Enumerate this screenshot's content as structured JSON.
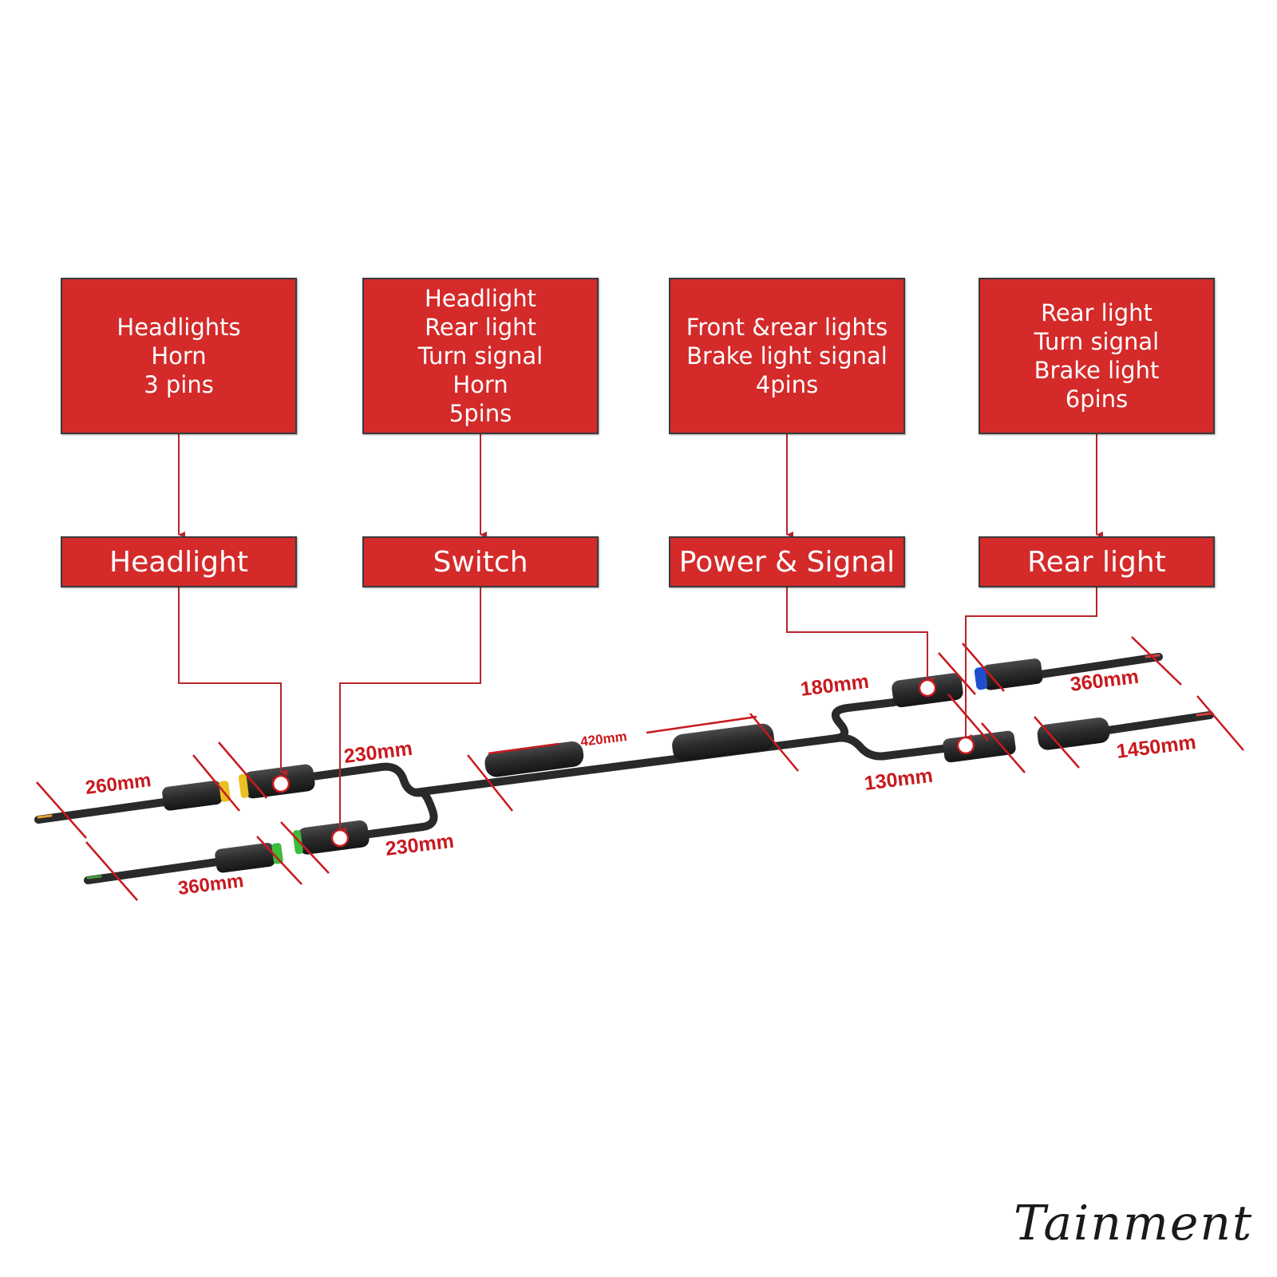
{
  "info_boxes": [
    {
      "lines": [
        "Headlights",
        "Horn",
        "3 pins"
      ]
    },
    {
      "lines": [
        "Headlight",
        "Rear light",
        "Turn signal",
        "Horn",
        "5pins"
      ]
    },
    {
      "lines": [
        "Front &rear lights",
        "Brake light signal",
        "4pins"
      ]
    },
    {
      "lines": [
        "Rear light",
        "Turn signal",
        "Brake light",
        "6pins"
      ]
    }
  ],
  "name_boxes": [
    {
      "label": "Headlight"
    },
    {
      "label": "Switch"
    },
    {
      "label": "Power & Signal"
    },
    {
      "label": "Rear light"
    }
  ],
  "dimensions": {
    "headlight_lead": "260mm",
    "headlight_branch": "230mm",
    "switch_branch": "230mm",
    "switch_lead": "360mm",
    "trunk": "420mm",
    "power_branch": "180mm",
    "rear_branch": "130mm",
    "power_lead": "360mm",
    "rear_lead": "1450mm"
  },
  "colors": {
    "box_fill": "#d42a2a",
    "arrow": "#b8252a",
    "dimension": "#c8191f",
    "cable": "#2a2a2a",
    "connector_yellow": "#e8c020",
    "connector_green": "#3dbb3d",
    "connector_blue": "#1f4fd0"
  },
  "logo": "Tainment"
}
